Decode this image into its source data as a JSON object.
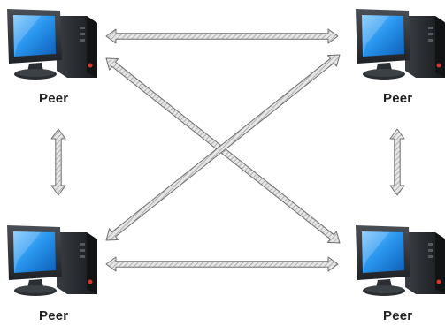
{
  "nodes": [
    {
      "id": "top-left",
      "label": "Peer"
    },
    {
      "id": "top-right",
      "label": "Peer"
    },
    {
      "id": "bottom-left",
      "label": "Peer"
    },
    {
      "id": "bottom-right",
      "label": "Peer"
    }
  ],
  "connections": [
    {
      "from": "top-left",
      "to": "top-right",
      "style": "bidirectional"
    },
    {
      "from": "bottom-left",
      "to": "bottom-right",
      "style": "bidirectional"
    },
    {
      "from": "top-left",
      "to": "bottom-left",
      "style": "bidirectional"
    },
    {
      "from": "top-right",
      "to": "bottom-right",
      "style": "bidirectional"
    },
    {
      "from": "top-left",
      "to": "bottom-right",
      "style": "bidirectional"
    },
    {
      "from": "top-right",
      "to": "bottom-left",
      "style": "bidirectional"
    }
  ],
  "colors": {
    "monitor_frame": "#2f3338",
    "screen": "#1e8fe8",
    "tower": "#25282c",
    "arrow_fill": "#d8d8d8",
    "arrow_outline": "#6f6f6f"
  },
  "icons": {
    "peer": "desktop-computer-icon",
    "link": "double-headed-arrow-icon"
  }
}
